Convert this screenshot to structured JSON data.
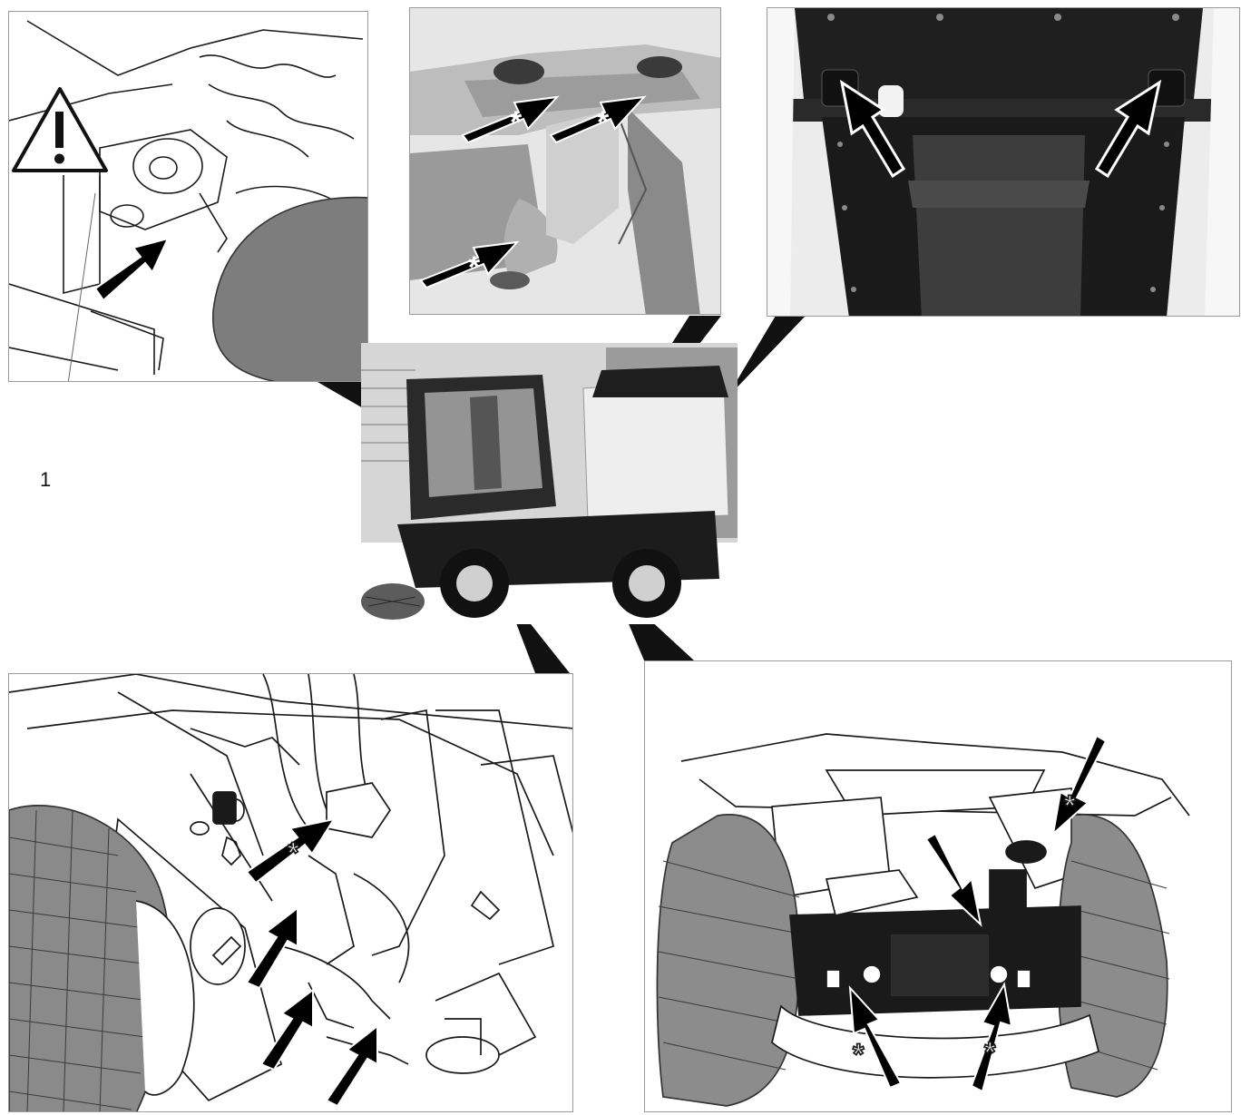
{
  "callout": {
    "label": "1"
  },
  "colors": {
    "line": "#1a1a1a",
    "arrow": "#000000",
    "photo_dark": "#1b1b1b",
    "photo_mid": "#8c8c8c",
    "photo_light": "#d9d9d9"
  },
  "icons": {
    "warning": "warning-triangle-icon",
    "marker": "asterisk-marker-icon"
  },
  "panels": [
    {
      "id": "belt-tension",
      "arrow_count": 1,
      "asterisk_count": 0,
      "has_warning": true
    },
    {
      "id": "brush-pivot-points",
      "arrow_count": 3,
      "asterisk_count": 3
    },
    {
      "id": "hopper-hinges",
      "arrow_count": 2,
      "asterisk_count": 0
    },
    {
      "id": "front-axle-linkage",
      "arrow_count": 4,
      "asterisk_count": 1
    },
    {
      "id": "rear-axle-joints",
      "arrow_count": 4,
      "asterisk_count": 3
    }
  ]
}
